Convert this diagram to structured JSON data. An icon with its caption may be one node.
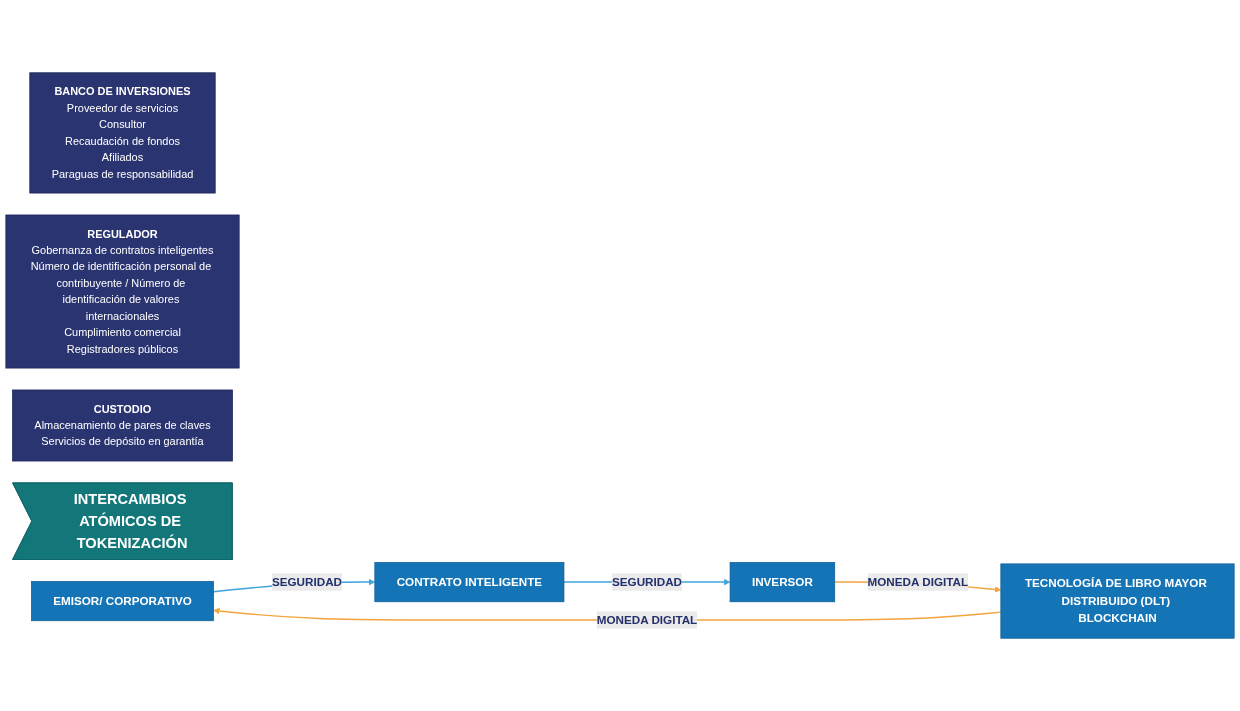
{
  "diagram": {
    "nodes": [
      {
        "text": [
          "BANCO DE INVERSIONES",
          "Proveedor de servicios",
          "Consultor",
          "Recaudación de fondos",
          "Afiliados",
          "Paraguas de responsabilidad"
        ]
      },
      {
        "text": [
          "REGULADOR",
          "Gobernanza de contratos inteligentes",
          "Número de identificación personal de contribuyente / Número de identificación de valores internacionales",
          "Cumplimiento comercial",
          "Registradores públicos"
        ]
      },
      {
        "text": [
          "CUSTODIO",
          "Almacenamiento de pares de claves",
          "Servicios de depósito en garantía"
        ]
      },
      {
        "text": [
          "INTERCAMBIOS ATÓMICOS DE TOKENIZACIÓN"
        ]
      },
      {
        "text": [
          "EMISOR/ CORPORATIVO"
        ]
      },
      {
        "text": [
          "TECNOLOGÍA DE LIBRO MAYOR DISTRIBUIDO (DLT) BLOCKCHAIN"
        ]
      },
      {
        "text": [
          "CONTRATO INTELIGENTE"
        ]
      },
      {
        "text": [
          "INVERSOR"
        ]
      }
    ],
    "edges": [
      {
        "from": 5,
        "to": 4,
        "arrow": "to",
        "label": "MONEDA DIGITAL",
        "color": "#f3a43f"
      },
      {
        "from": 4,
        "to": 6,
        "arrow": "to",
        "label": "SEGURIDAD",
        "color": "#3ea4dd"
      },
      {
        "from": 7,
        "to": 5,
        "arrow": "to",
        "label": "MONEDA DIGITAL",
        "color": "#f3a43f"
      },
      {
        "from": 6,
        "to": 7,
        "arrow": "to",
        "label": "SEGURIDAD",
        "color": "#3ea4dd"
      }
    ]
  }
}
